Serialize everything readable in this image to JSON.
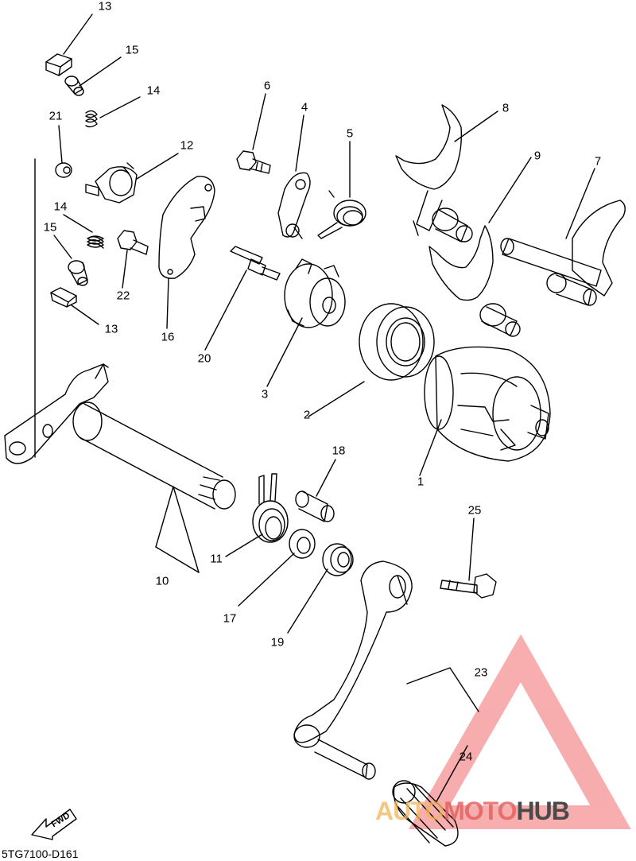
{
  "diagram": {
    "drawing_code": "5TG7100-D161",
    "fwd_label": "FWD",
    "watermark": {
      "part1": "AUTO",
      "part2": "MOTO",
      "part3": "HUB",
      "triangle_color": "#f26b6b",
      "auto_color": "#f3b55b",
      "moto_color": "#e35d5d",
      "hub_color": "#4a4a4a"
    },
    "callouts": [
      {
        "id": "c13a",
        "text": "13"
      },
      {
        "id": "c15a",
        "text": "15"
      },
      {
        "id": "c14a",
        "text": "14"
      },
      {
        "id": "c21",
        "text": "21"
      },
      {
        "id": "c12",
        "text": "12"
      },
      {
        "id": "c6",
        "text": "6"
      },
      {
        "id": "c4",
        "text": "4"
      },
      {
        "id": "c5",
        "text": "5"
      },
      {
        "id": "c8",
        "text": "8"
      },
      {
        "id": "c9",
        "text": "9"
      },
      {
        "id": "c7",
        "text": "7"
      },
      {
        "id": "c14b",
        "text": "14"
      },
      {
        "id": "c15b",
        "text": "15"
      },
      {
        "id": "c22",
        "text": "22"
      },
      {
        "id": "c13b",
        "text": "13"
      },
      {
        "id": "c16",
        "text": "16"
      },
      {
        "id": "c20",
        "text": "20"
      },
      {
        "id": "c3",
        "text": "3"
      },
      {
        "id": "c2",
        "text": "2"
      },
      {
        "id": "c1",
        "text": "1"
      },
      {
        "id": "c18",
        "text": "18"
      },
      {
        "id": "c11",
        "text": "11"
      },
      {
        "id": "c10",
        "text": "10"
      },
      {
        "id": "c17",
        "text": "17"
      },
      {
        "id": "c19",
        "text": "19"
      },
      {
        "id": "c25",
        "text": "25"
      },
      {
        "id": "c23",
        "text": "23"
      },
      {
        "id": "c24",
        "text": "24"
      }
    ]
  }
}
